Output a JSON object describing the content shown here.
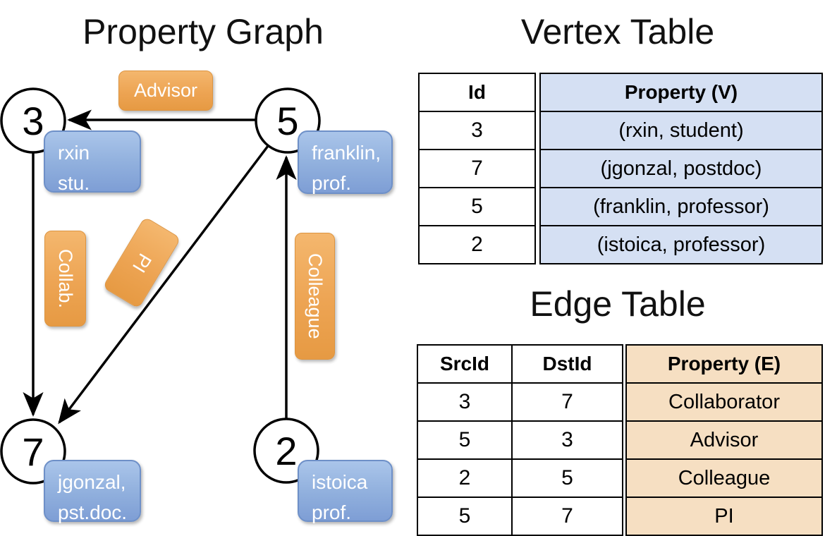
{
  "colors": {
    "orange_label": "#eda453",
    "blue_label": "#92b1de",
    "vertex_property_bg": "#d5e0f3",
    "edge_property_bg": "#f6dfc2",
    "edge_line": "#000000"
  },
  "property_graph": {
    "title": "Property Graph",
    "nodes": [
      {
        "id": "3",
        "label_line1": "rxin",
        "label_line2": "stu."
      },
      {
        "id": "5",
        "label_line1": "franklin,",
        "label_line2": "prof."
      },
      {
        "id": "7",
        "label_line1": "jgonzal,",
        "label_line2": "pst.doc."
      },
      {
        "id": "2",
        "label_line1": "istoica",
        "label_line2": "prof."
      }
    ],
    "edge_labels": [
      {
        "label": "Advisor"
      },
      {
        "label": "Collab."
      },
      {
        "label": "PI"
      },
      {
        "label": "Colleague"
      }
    ]
  },
  "vertex_table": {
    "title": "Vertex Table",
    "id_header": "Id",
    "property_header": "Property (V)",
    "rows": [
      {
        "id": "3",
        "property": "(rxin, student)"
      },
      {
        "id": "7",
        "property": "(jgonzal, postdoc)"
      },
      {
        "id": "5",
        "property": "(franklin, professor)"
      },
      {
        "id": "2",
        "property": "(istoica, professor)"
      }
    ]
  },
  "edge_table": {
    "title": "Edge Table",
    "src_header": "SrcId",
    "dst_header": "DstId",
    "property_header": "Property (E)",
    "rows": [
      {
        "src": "3",
        "dst": "7",
        "property": "Collaborator"
      },
      {
        "src": "5",
        "dst": "3",
        "property": "Advisor"
      },
      {
        "src": "2",
        "dst": "5",
        "property": "Colleague"
      },
      {
        "src": "5",
        "dst": "7",
        "property": "PI"
      }
    ]
  }
}
